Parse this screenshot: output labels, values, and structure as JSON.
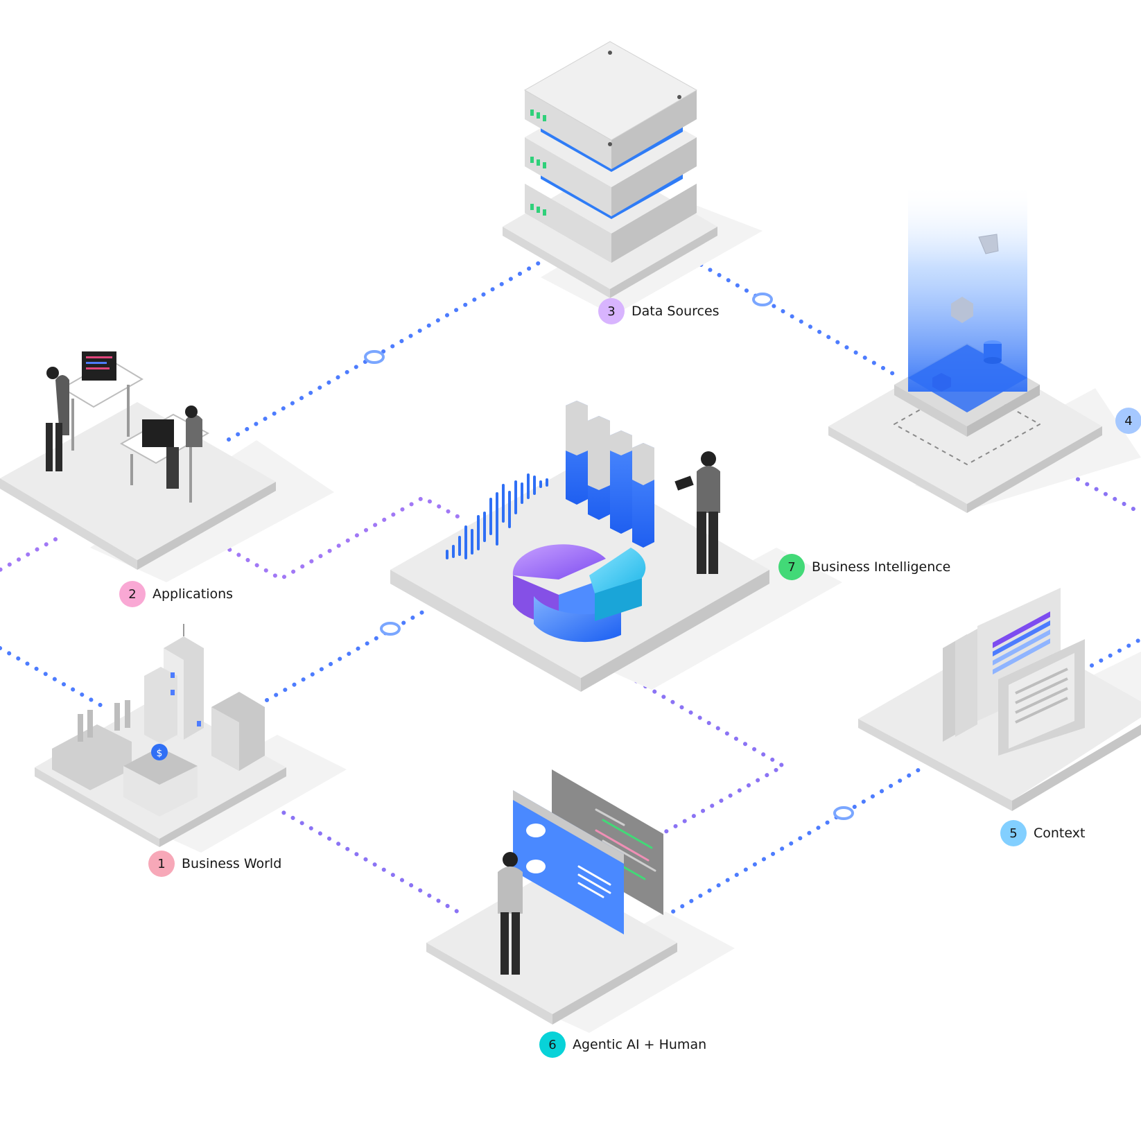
{
  "nodes": [
    {
      "id": "business-world",
      "number": "1",
      "label": "Business World",
      "color": "#f7a8b8"
    },
    {
      "id": "applications",
      "number": "2",
      "label": "Applications",
      "color": "#f9a8d4"
    },
    {
      "id": "data-sources",
      "number": "3",
      "label": "Data Sources",
      "color": "#d8b4fe"
    },
    {
      "id": "node-4",
      "number": "4",
      "label": "",
      "color": "#a5c8ff"
    },
    {
      "id": "context",
      "number": "5",
      "label": "Context",
      "color": "#82cfff"
    },
    {
      "id": "agentic-ai-human",
      "number": "6",
      "label": "Agentic AI + Human",
      "color": "#08d2d8"
    },
    {
      "id": "business-intelligence",
      "number": "7",
      "label": "Business Intelligence",
      "color": "#42d977"
    }
  ],
  "colors": {
    "connector_blue": "#4d7cfe",
    "connector_purple": "#a178f5",
    "platform_top": "#ececec",
    "platform_left": "#d6d6d6",
    "platform_right": "#c4c4c4",
    "accent_blue": "#2f6ff5"
  }
}
